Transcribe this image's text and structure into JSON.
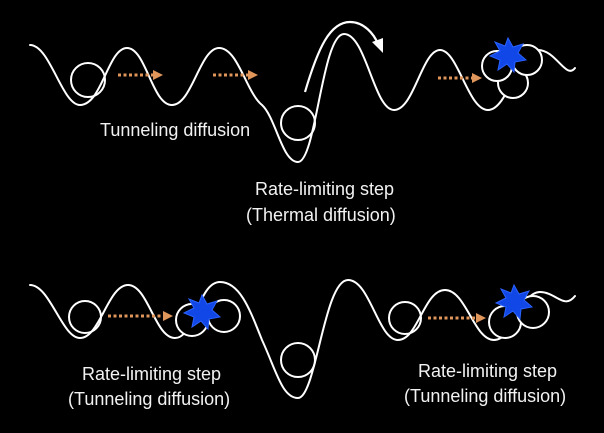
{
  "labels": {
    "top_left": "Tunneling diffusion",
    "top_rate_line1": "Rate-limiting step",
    "top_rate_line2": "(Thermal diffusion)",
    "bottom_left_line1": "Rate-limiting step",
    "bottom_left_line2": "(Tunneling diffusion)",
    "bottom_right_line1": "Rate-limiting step",
    "bottom_right_line2": "(Tunneling diffusion)"
  },
  "colors": {
    "background": "#000000",
    "curve": "#ffffff",
    "tunneling_arrow": "#e0955a",
    "collision_burst": "#1147e6"
  },
  "icons": {
    "thermal_hop": "curved-arrow-icon",
    "collision": "starburst-icon"
  }
}
